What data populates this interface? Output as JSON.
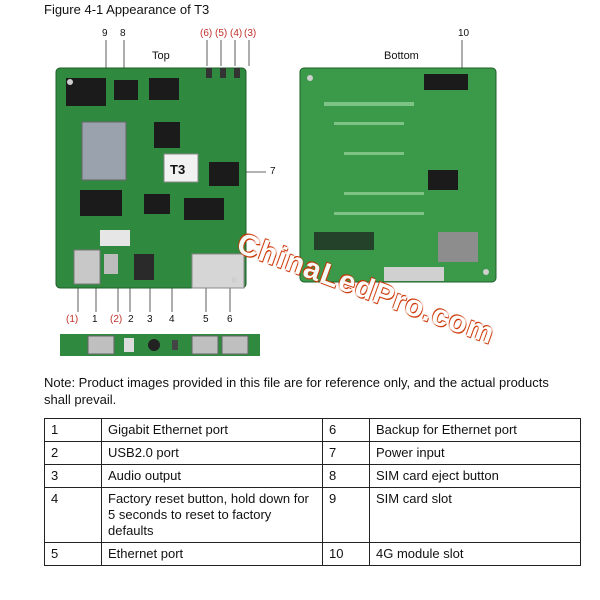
{
  "caption": "Figure 4-1 Appearance of T3",
  "figure": {
    "label_top": "Top",
    "label_bottom": "Bottom",
    "chip_label": "T3",
    "callouts_top": [
      "9",
      "8",
      "(6)",
      "(5)",
      "(4)",
      "(3)",
      "10"
    ],
    "callout_side": "7",
    "callouts_bottom": [
      "(1)",
      "1",
      "(2)",
      "2",
      "3",
      "4",
      "5",
      "6"
    ],
    "watermark": "ChinaLedPro.com",
    "colors": {
      "board": "#2f8a3f",
      "board_dark": "#1f5f2a",
      "red_label": "#c0302a"
    }
  },
  "note": "Note: Product images provided in this file are for reference only, and the actual products shall prevail.",
  "table": {
    "rows": [
      {
        "n1": "1",
        "d1": "Gigabit Ethernet port",
        "n2": "6",
        "d2": "Backup for Ethernet port"
      },
      {
        "n1": "2",
        "d1": "USB2.0 port",
        "n2": "7",
        "d2": "Power input"
      },
      {
        "n1": "3",
        "d1": "Audio output",
        "n2": "8",
        "d2": "SIM card eject button"
      },
      {
        "n1": "4",
        "d1": "Factory reset button, hold down for 5 seconds to reset to factory defaults",
        "n2": "9",
        "d2": "SIM card slot"
      },
      {
        "n1": "5",
        "d1": "Ethernet port",
        "n2": "10",
        "d2": "4G module slot"
      }
    ]
  }
}
